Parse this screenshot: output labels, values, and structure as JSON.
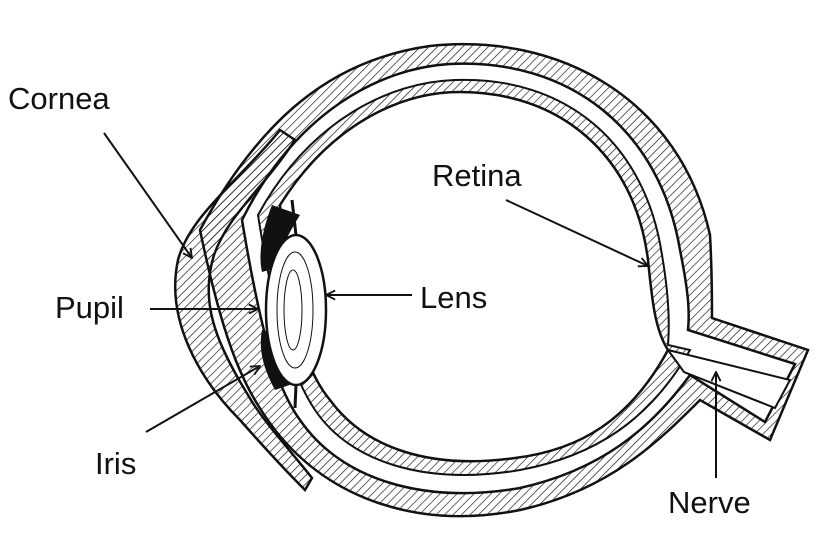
{
  "labels": {
    "cornea": "Cornea",
    "retina": "Retina",
    "pupil": "Pupil",
    "lens": "Lens",
    "iris": "Iris",
    "nerve": "Nerve"
  },
  "colors": {
    "ink": "#111111",
    "background": "#ffffff"
  }
}
